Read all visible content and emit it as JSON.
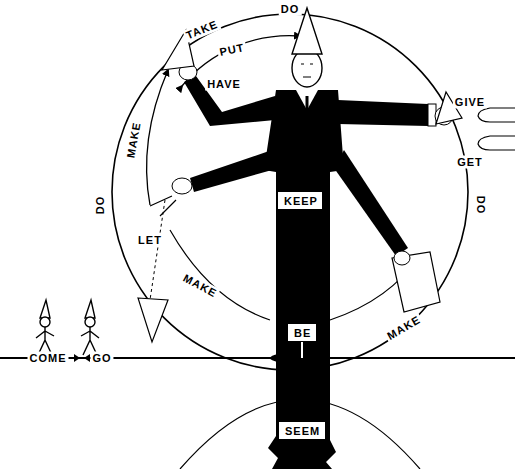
{
  "diagram": {
    "nodes": [
      {
        "text": [
          "KEEP"
        ]
      },
      {
        "text": [
          "BE"
        ]
      },
      {
        "text": [
          "SEEM"
        ]
      }
    ],
    "labels": [
      "DO",
      "DO",
      "DO",
      "TAKE",
      "PUT",
      "HAVE",
      "MAKE",
      "GIVE",
      "GET",
      "LET",
      "MAKE",
      "MAKE",
      "COME",
      "GO"
    ]
  }
}
